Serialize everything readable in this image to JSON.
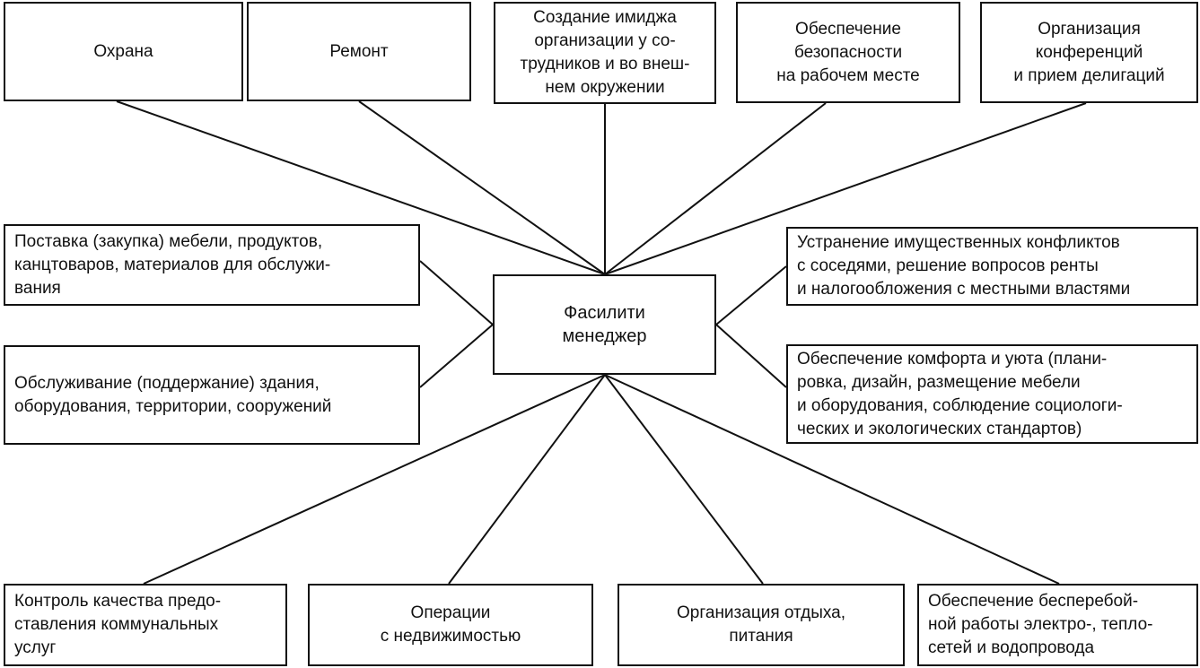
{
  "center": "Фасилити\nменеджер",
  "top": [
    "Охрана",
    "Ремонт",
    "Создание имиджа\nорганизации у со-\nтрудников и во внеш-\nнем окружении",
    "Обеспечение\nбезопасности\nна рабочем месте",
    "Организация\nконференций\nи прием делигаций"
  ],
  "left": [
    "Поставка (закупка) мебели, продуктов,\nканцтоваров, материалов для обслужи-\nвания",
    "Обслуживание (поддержание) здания,\nоборудования, территории, сооружений"
  ],
  "right": [
    "Устранение имущественных конфликтов\nс соседями, решение вопросов ренты\nи налогообложения с местными властями",
    "Обеспечение комфорта и уюта (плани-\nровка, дизайн, размещение мебели\nи оборудования, соблюдение социологи-\nческих и экологических стандартов)"
  ],
  "bottom": [
    "Контроль качества предо-\nставления коммунальных\nуслуг",
    "Операции\nс недвижимостью",
    "Организация отдыха,\nпитания",
    "Обеспечение бесперебой-\nной работы электро-, тепло-\nсетей и водопровода"
  ]
}
